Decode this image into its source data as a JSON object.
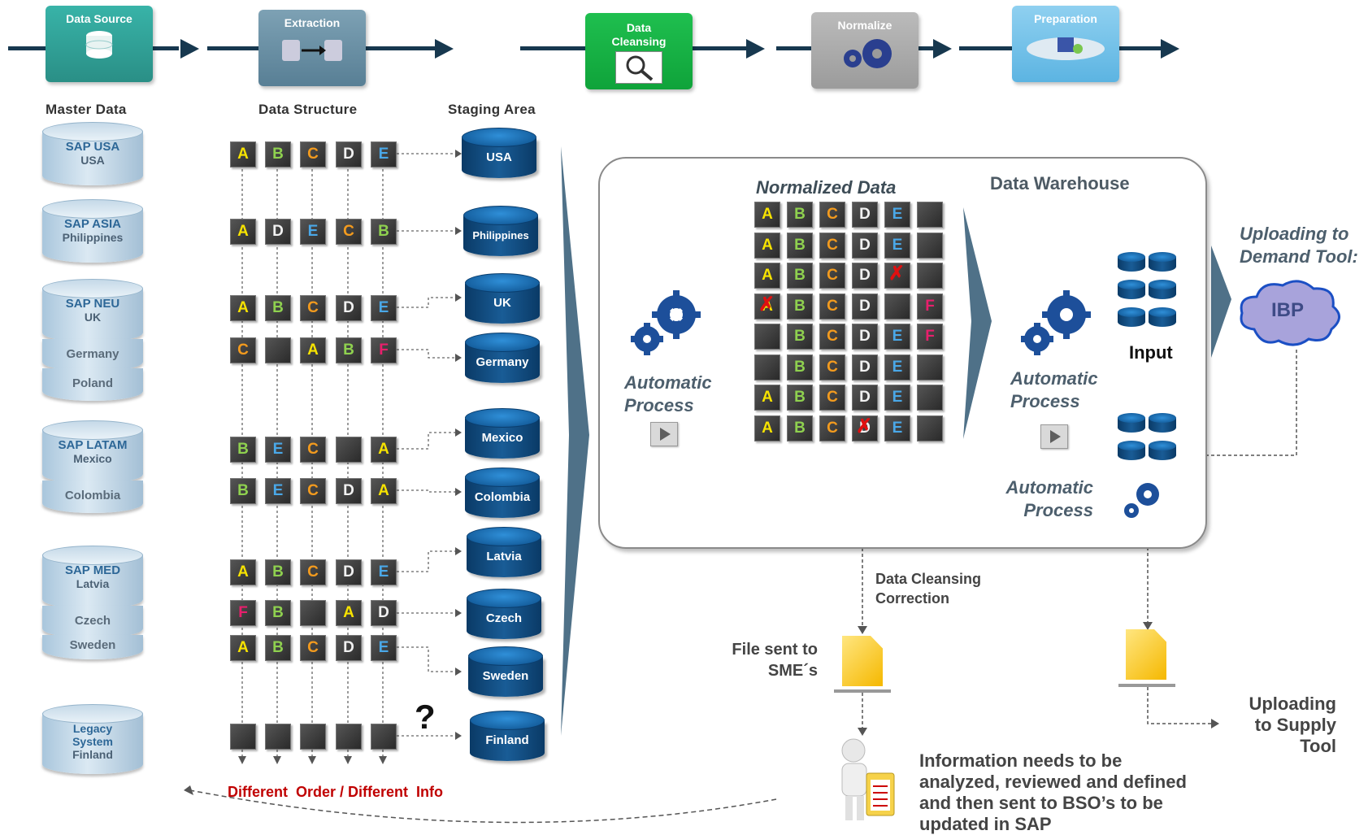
{
  "stages": {
    "data_source": "Data Source",
    "extraction": "Extraction",
    "data_cleansing_1": "Data",
    "data_cleansing_2": "Cleansing",
    "normalize": "Normalize",
    "preparation": "Preparation"
  },
  "columns": {
    "master_data": "Master Data",
    "data_structure": "Data Structure",
    "staging_area": "Staging Area"
  },
  "master_data": [
    {
      "l1": "SAP USA",
      "l2": "USA",
      "extra": []
    },
    {
      "l1": "SAP ASIA",
      "l2": "Philippines",
      "extra": []
    },
    {
      "l1": "SAP NEU",
      "l2": "UK",
      "extra": [
        "Germany",
        "Poland"
      ]
    },
    {
      "l1": "SAP LATAM",
      "l2": "Mexico",
      "extra": [
        "Colombia"
      ]
    },
    {
      "l1": "SAP MED",
      "l2": "Latvia",
      "extra": [
        "Czech",
        "Sweden"
      ]
    },
    {
      "l1": "Legacy",
      "l2": "System",
      "l3": "Finland",
      "extra": []
    }
  ],
  "staging": [
    "USA",
    "Philippines",
    "UK",
    "Germany",
    "Mexico",
    "Colombia",
    "Latvia",
    "Czech",
    "Sweden",
    "Finland"
  ],
  "structure_rows": [
    [
      "A",
      "B",
      "C",
      "D",
      "E"
    ],
    [
      "A",
      "D",
      "E",
      "C",
      "B"
    ],
    [
      "A",
      "B",
      "C",
      "D",
      "E"
    ],
    [
      "C",
      "",
      "A",
      "B",
      "F"
    ],
    [
      "B",
      "E",
      "C",
      "",
      "A"
    ],
    [
      "B",
      "E",
      "C",
      "D",
      "A"
    ],
    [
      "A",
      "B",
      "C",
      "D",
      "E"
    ],
    [
      "F",
      "B",
      "",
      "A",
      "D"
    ],
    [
      "A",
      "B",
      "C",
      "D",
      "E"
    ],
    [
      "",
      "",
      "",
      "",
      ""
    ]
  ],
  "question_mark": "?",
  "different_order": "Different  Order / Different  Info",
  "warehouse": {
    "title": "Data Warehouse",
    "normalized": "Normalized Data",
    "auto1a": "Automatic",
    "auto1b": "Process",
    "auto2a": "Automatic",
    "auto2b": "Process",
    "auto3a": "Automatic",
    "auto3b": "Process",
    "input": "Input"
  },
  "normalized_rows": [
    [
      "A",
      "B",
      "C",
      "D",
      "E",
      ""
    ],
    [
      "A",
      "B",
      "C",
      "D",
      "E",
      ""
    ],
    [
      "A",
      "B",
      "C",
      "D",
      "X",
      ""
    ],
    [
      "AX",
      "B",
      "C",
      "D",
      "",
      "F"
    ],
    [
      "",
      "B",
      "C",
      "D",
      "E",
      "F"
    ],
    [
      "",
      "B",
      "C",
      "D",
      "E",
      ""
    ],
    [
      "A",
      "B",
      "C",
      "D",
      "E",
      ""
    ],
    [
      "A",
      "B",
      "C",
      "DX",
      "E",
      ""
    ]
  ],
  "uploading_demand_1": "Uploading to",
  "uploading_demand_2": "Demand Tool:",
  "ibp": "IBP",
  "cleansing_correction_1": "Data Cleansing",
  "cleansing_correction_2": "Correction",
  "file_sent_1": "File sent to",
  "file_sent_2": "SME´s",
  "upload_supply_1": "Uploading",
  "upload_supply_2": "to Supply",
  "upload_supply_3": "Tool",
  "info_1": "Information needs to be",
  "info_2": "analyzed, reviewed and defined",
  "info_3": "and then sent to BSO’s to be",
  "info_4": "updated in SAP"
}
